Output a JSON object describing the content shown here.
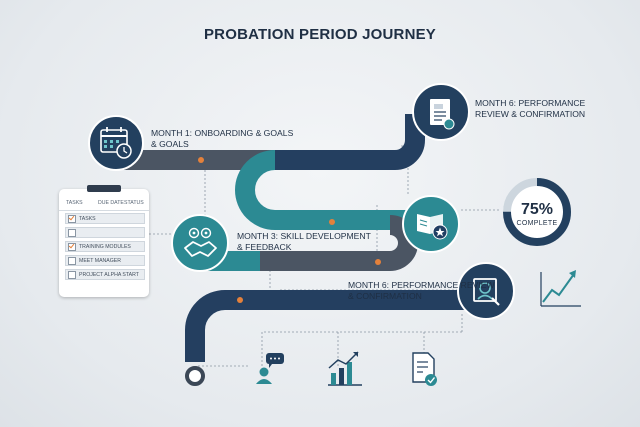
{
  "title": "PROBATION PERIOD JOURNEY",
  "milestones": [
    {
      "label": "MONTH 1: ONBOARDING & GOALS\n& GOALS",
      "icon": "calendar-clock-icon"
    },
    {
      "label": "MONTH 3: SKILL DEVELOPMENT\n& FEEDBACK",
      "icon": "handshake-icon"
    },
    {
      "label": "MONTH 6: PERFORMANCE REVIEW\n& CONFIRMATION",
      "icon": "profile-review-icon"
    },
    {
      "label": "MONTH 6: PERFORMANCE\nREVIEW & CONFIRMATION",
      "icon": "certificate-document-icon"
    }
  ],
  "extra_icons": [
    "book-star-icon",
    "feedback-person-icon",
    "bar-chart-icon",
    "checked-document-icon",
    "trend-chart-icon"
  ],
  "checklist": {
    "headers": [
      "TASKS",
      "DUE DATE",
      "STATUS"
    ],
    "rows": [
      {
        "text": "TASKS",
        "checked": true
      },
      {
        "text": "",
        "checked": false
      },
      {
        "text": "TRAINING MODULES",
        "checked": true
      },
      {
        "text": "MEET MANAGER",
        "checked": false
      },
      {
        "text": "PROJECT ALPHA START",
        "checked": false
      }
    ]
  },
  "progress": {
    "value": 75,
    "label": "75%",
    "sub": "COMPLETE"
  },
  "colors": {
    "navy": "#1f3f63",
    "teal": "#2c8a93",
    "gray": "#4b5563",
    "orange": "#e4813b",
    "dark": "#1f2f44"
  }
}
